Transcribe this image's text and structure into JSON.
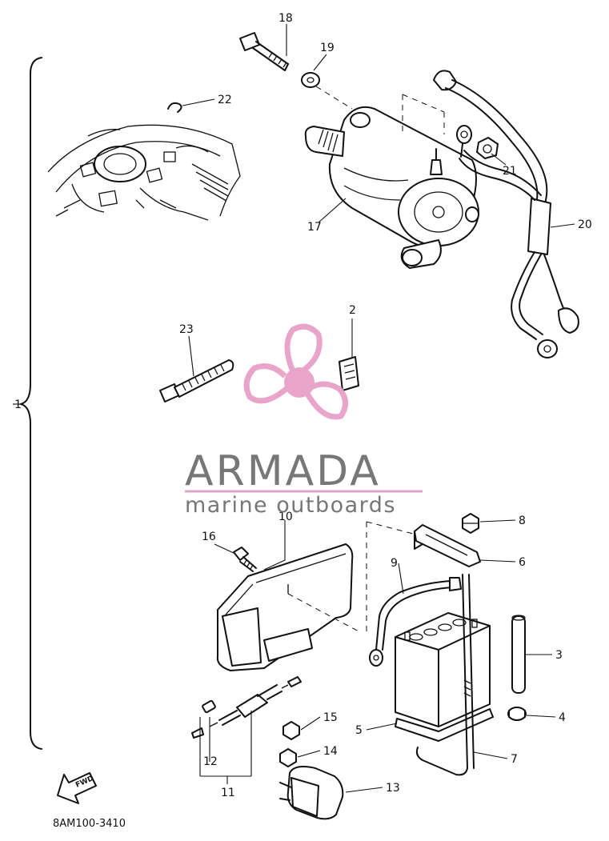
{
  "diagram": {
    "callouts": [
      "1",
      "2",
      "3",
      "4",
      "5",
      "6",
      "7",
      "8",
      "9",
      "10",
      "11",
      "12",
      "13",
      "14",
      "15",
      "16",
      "17",
      "18",
      "19",
      "20",
      "21",
      "22",
      "23"
    ],
    "drawing_code": "8AM100-3410",
    "fwd_label": "FWD"
  },
  "watermark": {
    "brand": "ARMADA",
    "tagline": "marine outboards",
    "accent_color": "#e8a0c8",
    "rule_color": "#d8a8cc",
    "text_color": "#777777"
  }
}
